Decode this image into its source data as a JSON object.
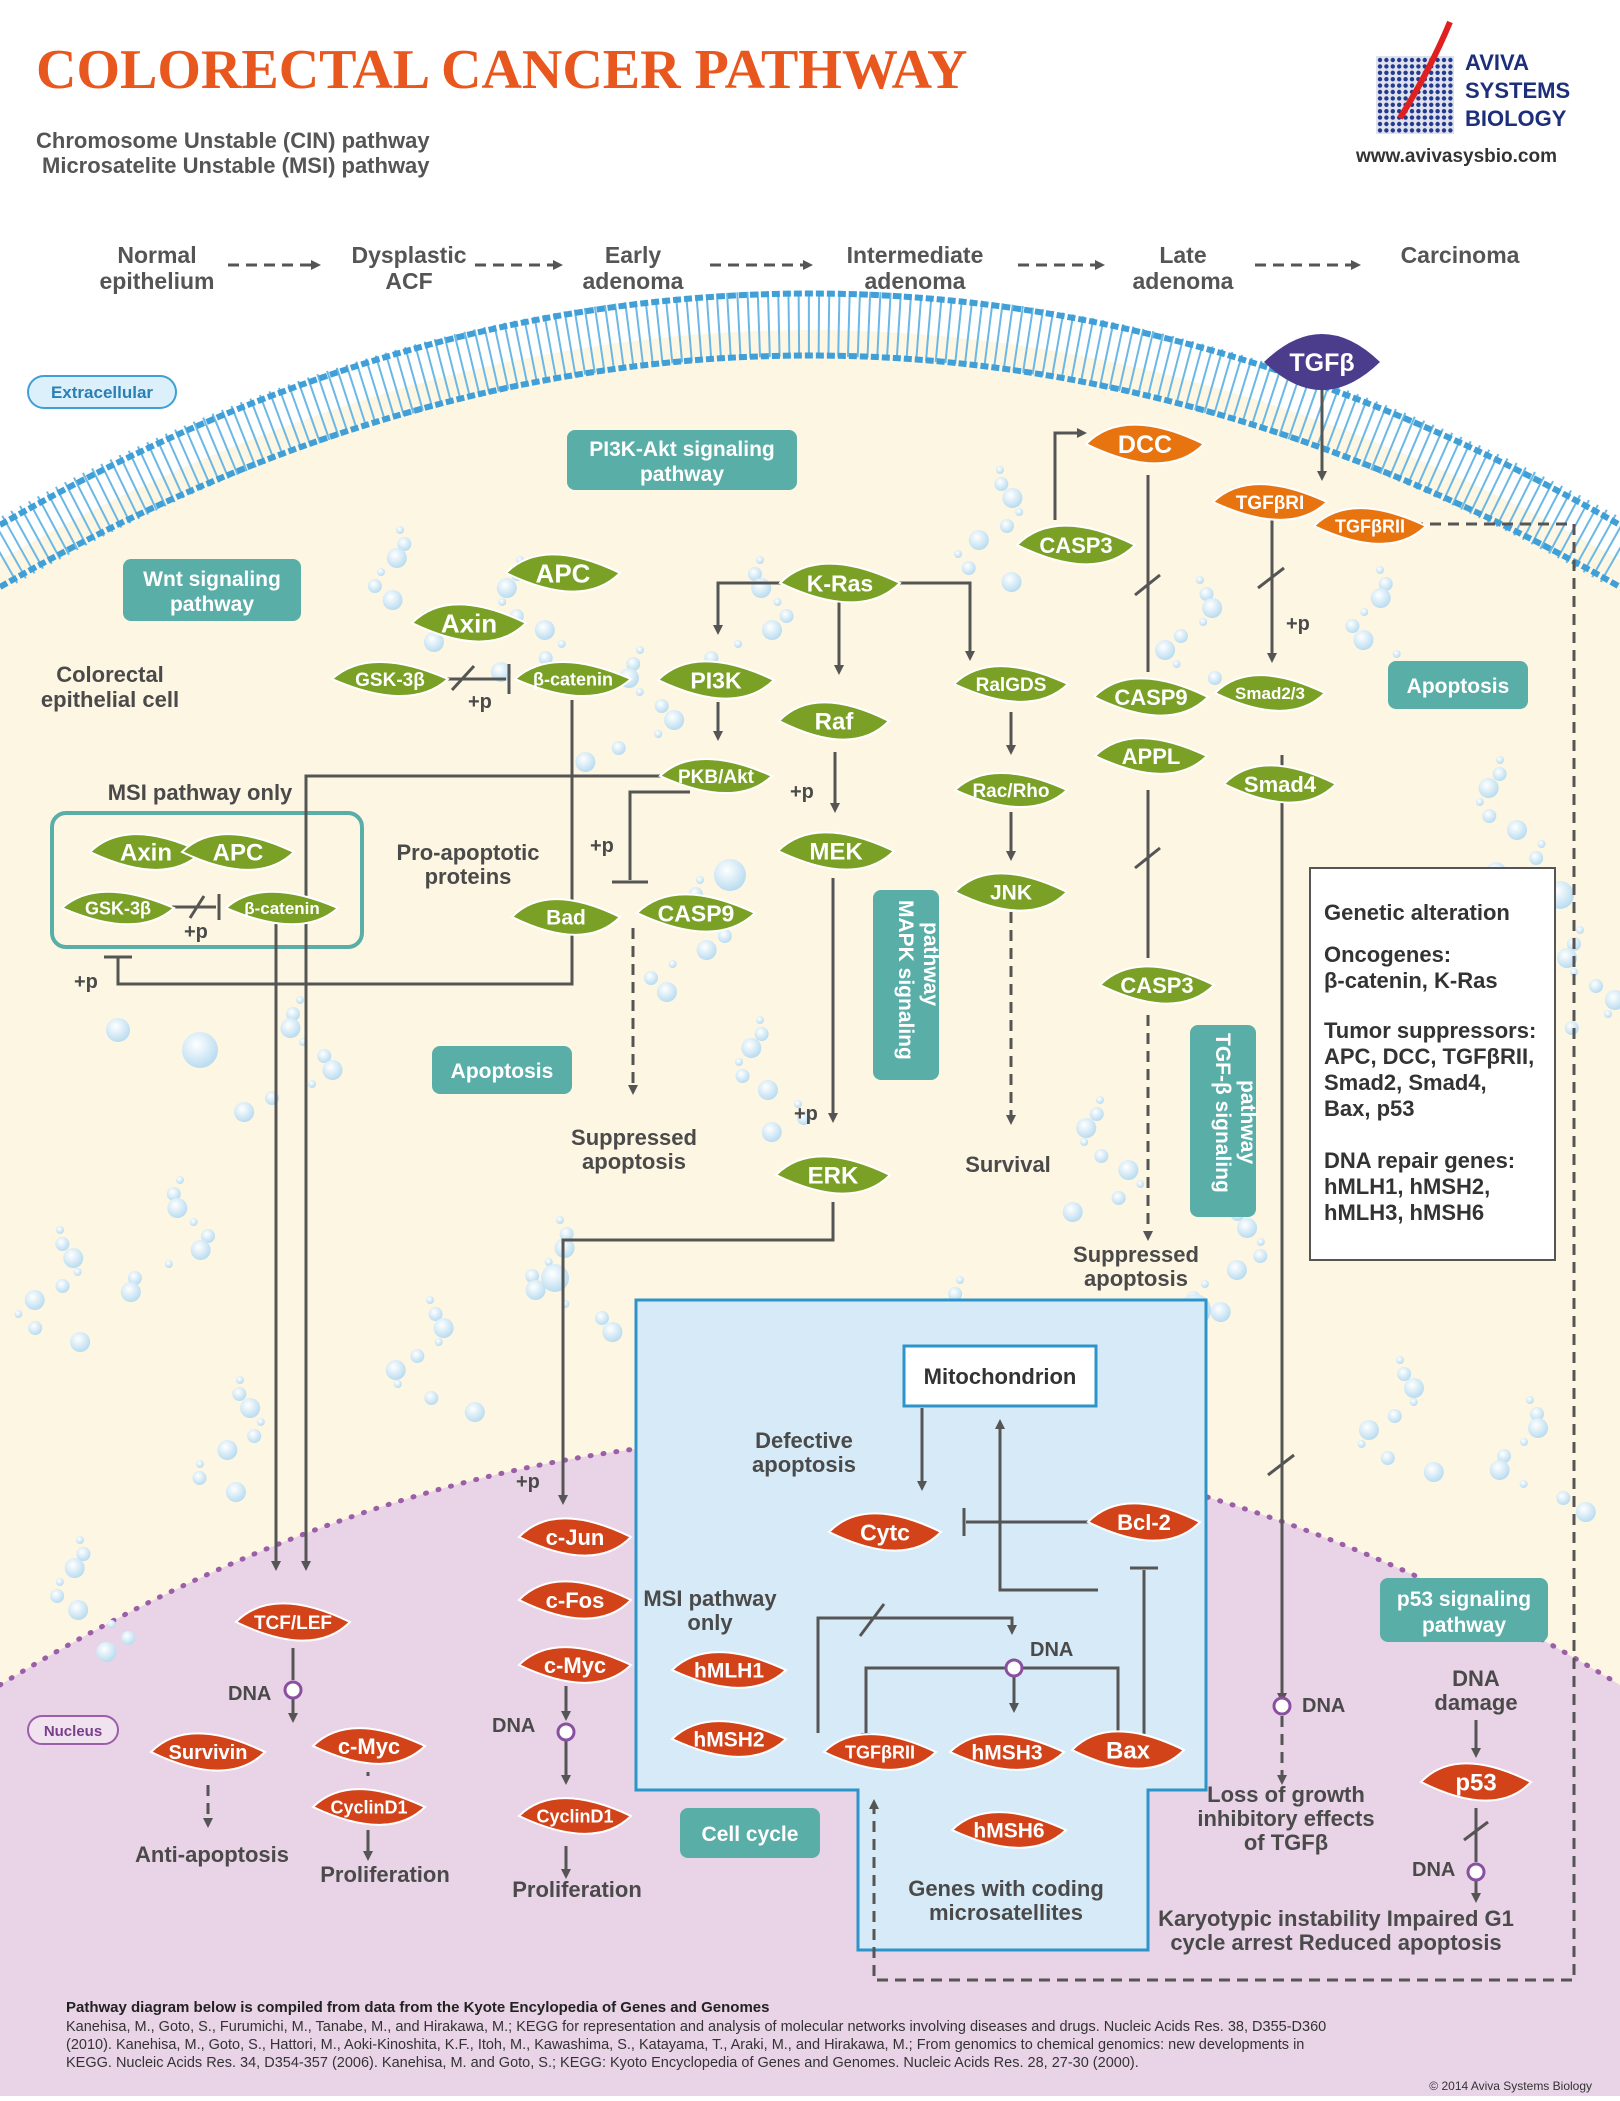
{
  "header": {
    "title": "COLORECTAL CANCER PATHWAY",
    "subtitle1": "Chromosome Unstable (CIN) pathway",
    "subtitle2": "Microsatelite Unstable (MSI) pathway",
    "logo_line1": "AVIVA",
    "logo_line2": "SYSTEMS",
    "logo_line3": "BIOLOGY",
    "website": "www.avivasysbio.com"
  },
  "stages": [
    {
      "l1": "Normal",
      "l2": "epithelium"
    },
    {
      "l1": "Dysplastic",
      "l2": "ACF"
    },
    {
      "l1": "Early",
      "l2": "adenoma"
    },
    {
      "l1": "Intermediate",
      "l2": "adenoma"
    },
    {
      "l1": "Late",
      "l2": "adenoma"
    },
    {
      "l1": "Carcinoma",
      "l2": ""
    }
  ],
  "badges": {
    "extracellular": "Extracellular",
    "nucleus": "Nucleus"
  },
  "boxes": {
    "pi3k_l1": "PI3K-Akt signaling",
    "pi3k_l2": "pathway",
    "wnt_l1": "Wnt signaling",
    "wnt_l2": "pathway",
    "apoptosis_right": "Apoptosis",
    "apoptosis_mid": "Apoptosis",
    "mapk_l1": "MAPK signaling",
    "mapk_l2": "pathway",
    "tgfb_l1": "TGF-β signaling",
    "tgfb_l2": "pathway",
    "p53_l1": "p53 signaling",
    "p53_l2": "pathway",
    "cellcycle": "Cell cycle",
    "mitochondrion": "Mitochondrion"
  },
  "genes": {
    "apc": "APC",
    "axin": "Axin",
    "gsk3b": "GSK-3β",
    "bcatenin": "β-catenin",
    "kras": "K-Ras",
    "pi3k": "PI3K",
    "raf": "Raf",
    "ralgds": "RalGDS",
    "pkbakt": "PKB/Akt",
    "mek": "MEK",
    "racrho": "Rac/Rho",
    "jnk": "JNK",
    "bad": "Bad",
    "casp9a": "CASP9",
    "erk": "ERK",
    "casp3a": "CASP3",
    "dcc": "DCC",
    "casp9b": "CASP9",
    "appl": "APPL",
    "casp3b": "CASP3",
    "tgfb": "TGFβ",
    "tgfbr1": "TGFβRI",
    "tgfbr2": "TGFβRII",
    "smad23": "Smad2/3",
    "smad4": "Smad4",
    "msi_axin": "Axin",
    "msi_apc": "APC",
    "msi_gsk3b": "GSK-3β",
    "msi_bcatenin": "β-catenin",
    "tcflef": "TCF/LEF",
    "survivin": "Survivin",
    "cmyc_a": "c-Myc",
    "cyclind1_a": "CyclinD1",
    "cjun": "c-Jun",
    "cfos": "c-Fos",
    "cmyc_b": "c-Myc",
    "cyclind1_b": "CyclinD1",
    "cytc": "Cytc",
    "bcl2": "Bcl-2",
    "hmlh1": "hMLH1",
    "hmsh2": "hMSH2",
    "tgfbrii_n": "TGFβRII",
    "hmsh3": "hMSH3",
    "bax": "Bax",
    "hmsh6": "hMSH6",
    "p53": "p53"
  },
  "labels": {
    "colorectal_l1": "Colorectal",
    "colorectal_l2": "epithelial cell",
    "msi_only": "MSI pathway only",
    "pro_apop_l1": "Pro-apoptotic",
    "pro_apop_l2": "proteins",
    "supp_apop1_l1": "Suppressed",
    "supp_apop1_l2": "apoptosis",
    "survival": "Survival",
    "supp_apop2_l1": "Suppressed",
    "supp_apop2_l2": "apoptosis",
    "defective_l1": "Defective",
    "defective_l2": "apoptosis",
    "msi_only2_l1": "MSI pathway",
    "msi_only2_l2": "only",
    "genes_coding_l1": "Genes with coding",
    "genes_coding_l2": "microsatellites",
    "anti_apop": "Anti-apoptosis",
    "prolif_a": "Proliferation",
    "prolif_b": "Proliferation",
    "loss_l1": "Loss of growth",
    "loss_l2": "inhibitory effects",
    "loss_l3": "of TGFβ",
    "dna_damage_l1": "DNA",
    "dna_damage_l2": "damage",
    "karyo_l1": "Karyotypic instability Impaired G1",
    "karyo_l2": "cycle arrest Reduced apoptosis",
    "dna": "DNA",
    "plus_p": "+p"
  },
  "legend": {
    "title": "Genetic alteration",
    "oncogenes_h": "Oncogenes:",
    "oncogenes": "β-catenin, K-Ras",
    "ts_h": "Tumor suppressors:",
    "ts_1": "APC, DCC, TGFβRII,",
    "ts_2": "Smad2, Smad4,",
    "ts_3": "Bax, p53",
    "dna_h": "DNA repair genes:",
    "dna_1": "hMLH1, hMSH2,",
    "dna_2": "hMLH3, hMSH6"
  },
  "footer": {
    "heading": "Pathway diagram below is compiled from data from the Kyote Encylopedia of Genes and Genomes",
    "line1": "Kanehisa, M., Goto, S., Furumichi, M., Tanabe, M., and Hirakawa, M.; KEGG for representation and analysis of molecular networks involving diseases and drugs. Nucleic Acids Res. 38, D355-D360",
    "line2": "(2010). Kanehisa, M., Goto, S., Hattori, M., Aoki-Kinoshita, K.F., Itoh, M., Kawashima, S., Katayama, T., Araki, M., and Hirakawa, M.; From genomics to chemical genomics: new developments in",
    "line3": "KEGG. Nucleic Acids Res. 34, D354-357 (2006).  Kanehisa, M. and Goto, S.; KEGG: Kyoto Encyclopedia of Genes and Genomes. Nucleic Acids Res. 28, 27-30 (2000).",
    "copyright": "© 2014 Aviva Systems Biology"
  },
  "colors": {
    "green": "#7aa025",
    "orange": "#e8740f",
    "red": "#d2431a",
    "purple": "#4b3c8c",
    "teal": "#5aaea8",
    "cytoplasm": "#fdf6e3",
    "nucleus": "#e8d3e6",
    "membrane": "#3f9fd6",
    "mito_box": "#d6ebf7",
    "title": "#e8571e"
  }
}
